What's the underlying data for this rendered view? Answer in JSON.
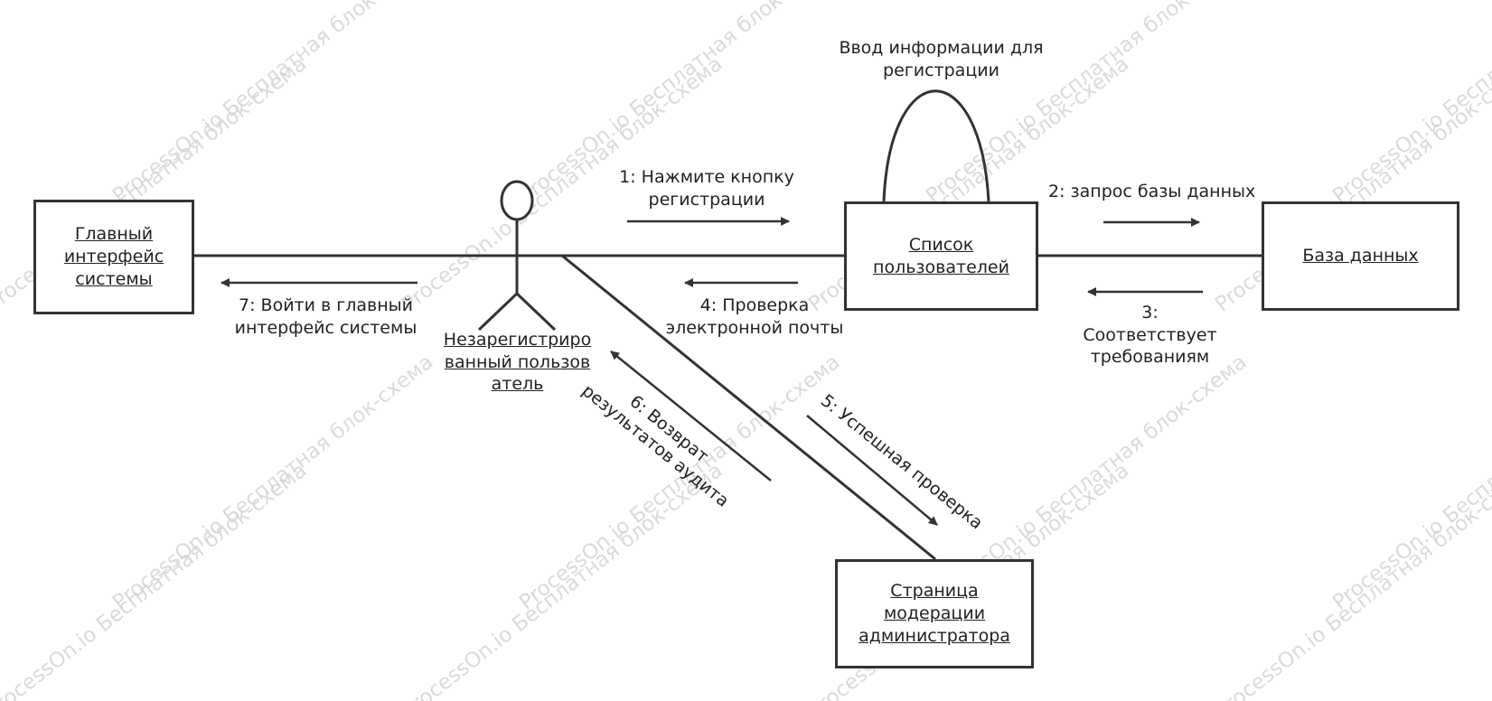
{
  "watermark": "ProcessOn.io Бесплатная блок-схема",
  "objects": {
    "main_interface": "Главный интерфейс системы",
    "actor": "Незарегистрированный пользователь",
    "user_list": "Список пользователей",
    "database": "База данных",
    "admin_page": "Страница модерации администратора"
  },
  "messages": {
    "self_loop": "Ввод информации для регистрации",
    "m1": "1: Нажмите кнопку регистрации",
    "m2": "2: запрос базы данных",
    "m3": "3: Соответствует требованиям",
    "m4": "4: Проверка электронной почты",
    "m5": "5: Успешная проверка",
    "m6": "6: Возврат результатов аудита",
    "m7": "7: Войти в главный интерфейс системы"
  },
  "colors": {
    "line": "#333333",
    "text": "#222222",
    "watermark": "#d4d4d4"
  }
}
